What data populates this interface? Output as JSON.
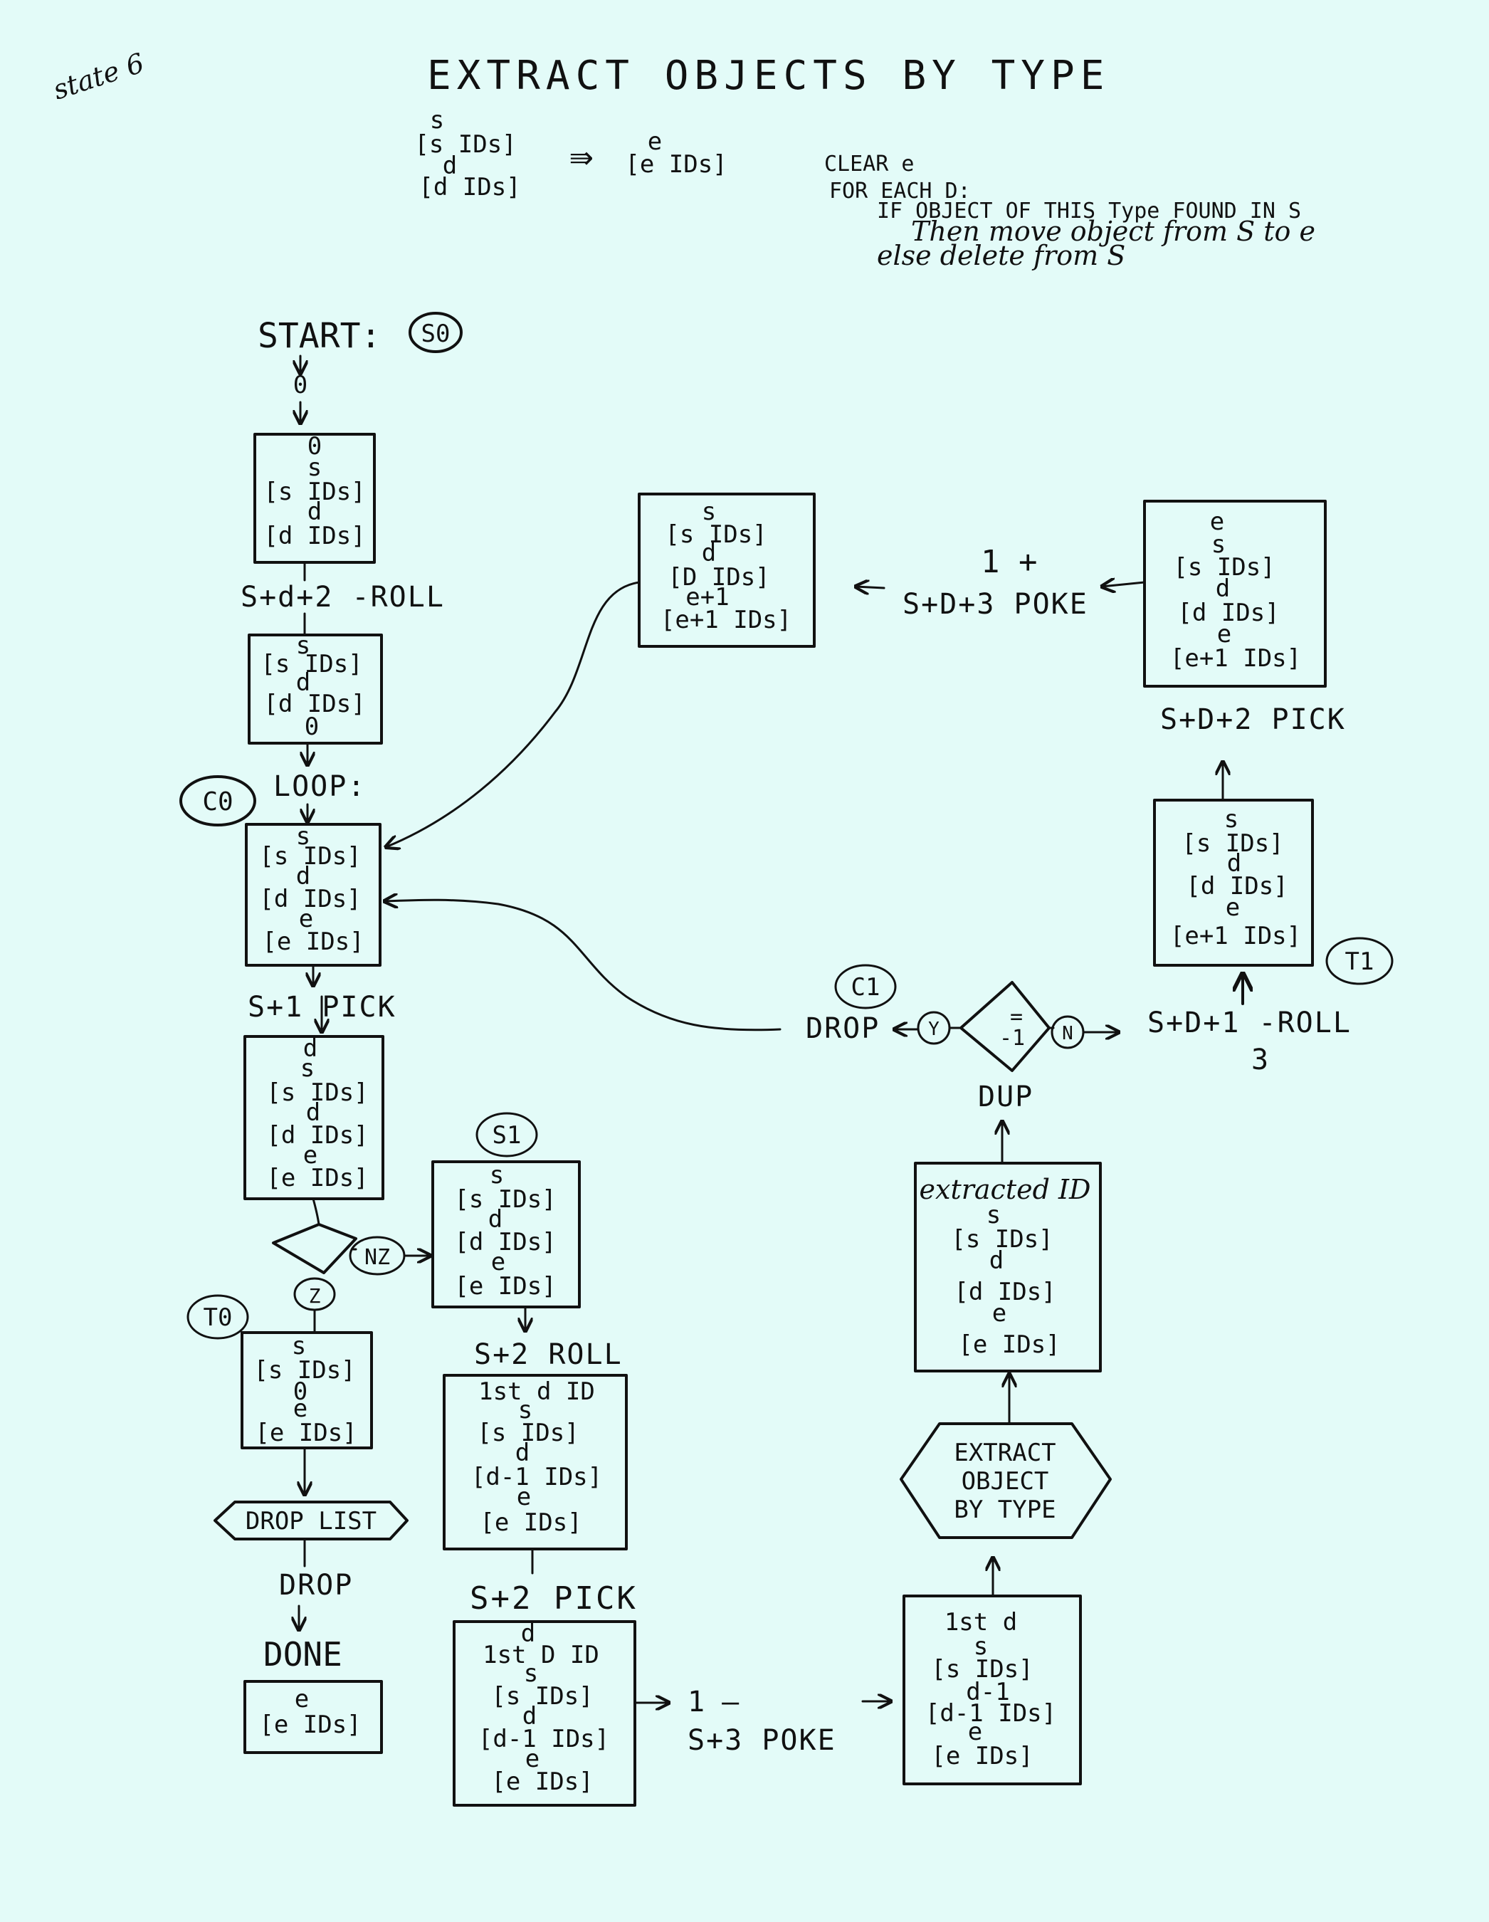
{
  "corner_note": "state 6",
  "title": "EXTRACT OBJECTS BY TYPE",
  "signature": {
    "left": [
      "s",
      "[s IDs]",
      "d",
      "[d IDs]"
    ],
    "arrow": "⇛",
    "right": [
      "e",
      "[e IDs]"
    ]
  },
  "algorithm": {
    "lines": [
      "CLEAR e",
      "FOR EACH D:",
      "IF OBJECT OF THIS Type FOUND IN S",
      "Then move object from S to e",
      "else delete from S"
    ]
  },
  "states": {
    "s0": "S0",
    "c0": "C0",
    "s1": "S1",
    "t0": "T0",
    "t1": "T1",
    "c1": "C1"
  },
  "stack_boxes": {
    "b0": [
      "0",
      "s",
      "[s IDs]",
      "d",
      "[d IDs]"
    ],
    "b1": [
      "s",
      "[s IDs]",
      "d",
      "[d IDs]",
      "0"
    ],
    "loop": [
      "s",
      "[s IDs]",
      "d",
      "[d IDs]",
      "e",
      "[e IDs]"
    ],
    "b3": [
      "d",
      "s",
      "[s IDs]",
      "d",
      "[d IDs]",
      "e",
      "[e IDs]"
    ],
    "s1": [
      "s",
      "[s IDs]",
      "d",
      "[d IDs]",
      "e",
      "[e IDs]"
    ],
    "t0": [
      "s",
      "[s IDs]",
      "0",
      "e",
      "[e IDs]"
    ],
    "done": [
      "e",
      "[e IDs]"
    ],
    "b_roll": [
      "1st d ID",
      "s",
      "[s IDs]",
      "d",
      "[d-1 IDs]",
      "e",
      "[e IDs]"
    ],
    "b_pick": [
      "d",
      "1st D ID",
      "s",
      "[s IDs]",
      "d",
      "[d-1 IDs]",
      "e",
      "[e IDs]"
    ],
    "b_poke": [
      "1st d",
      "s",
      "[s IDs]",
      "d-1",
      "[d-1 IDs]",
      "e",
      "[e IDs]"
    ],
    "b_extracted": [
      "extracted ID",
      "s",
      "[s IDs]",
      "d",
      "[d IDs]",
      "e",
      "[e IDs]"
    ],
    "t1": [
      "s",
      "[s IDs]",
      "d",
      "[d IDs]",
      "e",
      "[e+1 IDs]"
    ],
    "b_pick2": [
      "e",
      "s",
      "[s IDs]",
      "d",
      "[d IDs]",
      "e",
      "[e+1 IDs]"
    ],
    "b_top": [
      "s",
      "[s IDs]",
      "d",
      "[D IDs]",
      "e+1",
      "[e+1 IDs]"
    ]
  },
  "ops": {
    "start": "START:",
    "zero": "0",
    "roll1": "S+d+2 -ROLL",
    "loop": "LOOP:",
    "pick1": "S+1 PICK",
    "nz": "NZ",
    "z": "Z",
    "roll2": "S+2 ROLL",
    "pick2": "S+2 PICK",
    "drop_list": "DROP LIST",
    "drop": "DROP",
    "done": "DONE",
    "one_minus": "1 —",
    "poke1": "S+3 POKE",
    "extract": [
      "EXTRACT",
      "OBJECT",
      "BY TYPE"
    ],
    "dup": "DUP",
    "drop2": "DROP",
    "y": "Y",
    "n": "N",
    "eq": [
      "=",
      "-1"
    ],
    "roll3": "S+D+1 -ROLL",
    "roll3_sub": "3",
    "pick3": "S+D+2 PICK",
    "one_plus": "1 +",
    "poke2": "S+D+3 POKE"
  }
}
